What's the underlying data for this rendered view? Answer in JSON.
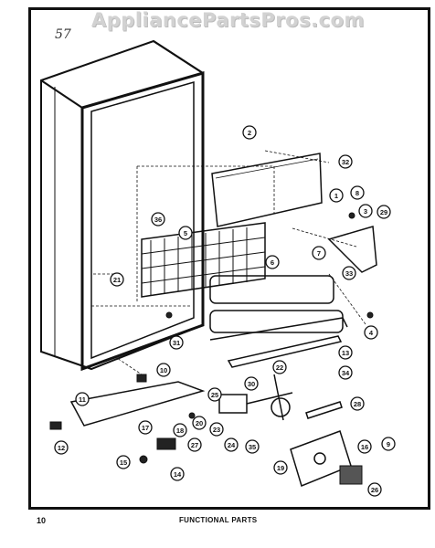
{
  "watermark": "AppliancePartsPros.com",
  "corner_mark": "57",
  "page_number": "10",
  "caption": "FUNCTIONAL PARTS",
  "callouts": [
    "1",
    "2",
    "3",
    "4",
    "5",
    "6",
    "7",
    "8",
    "9",
    "10",
    "11",
    "12",
    "13",
    "14",
    "15",
    "16",
    "17",
    "18",
    "19",
    "20",
    "21",
    "22",
    "23",
    "24",
    "25",
    "26",
    "27",
    "28",
    "29",
    "30",
    "31",
    "32",
    "33",
    "34",
    "35",
    "36"
  ],
  "colors": {
    "ink": "#111111",
    "paper": "#ffffff",
    "watermark": "#d2d2d2"
  }
}
